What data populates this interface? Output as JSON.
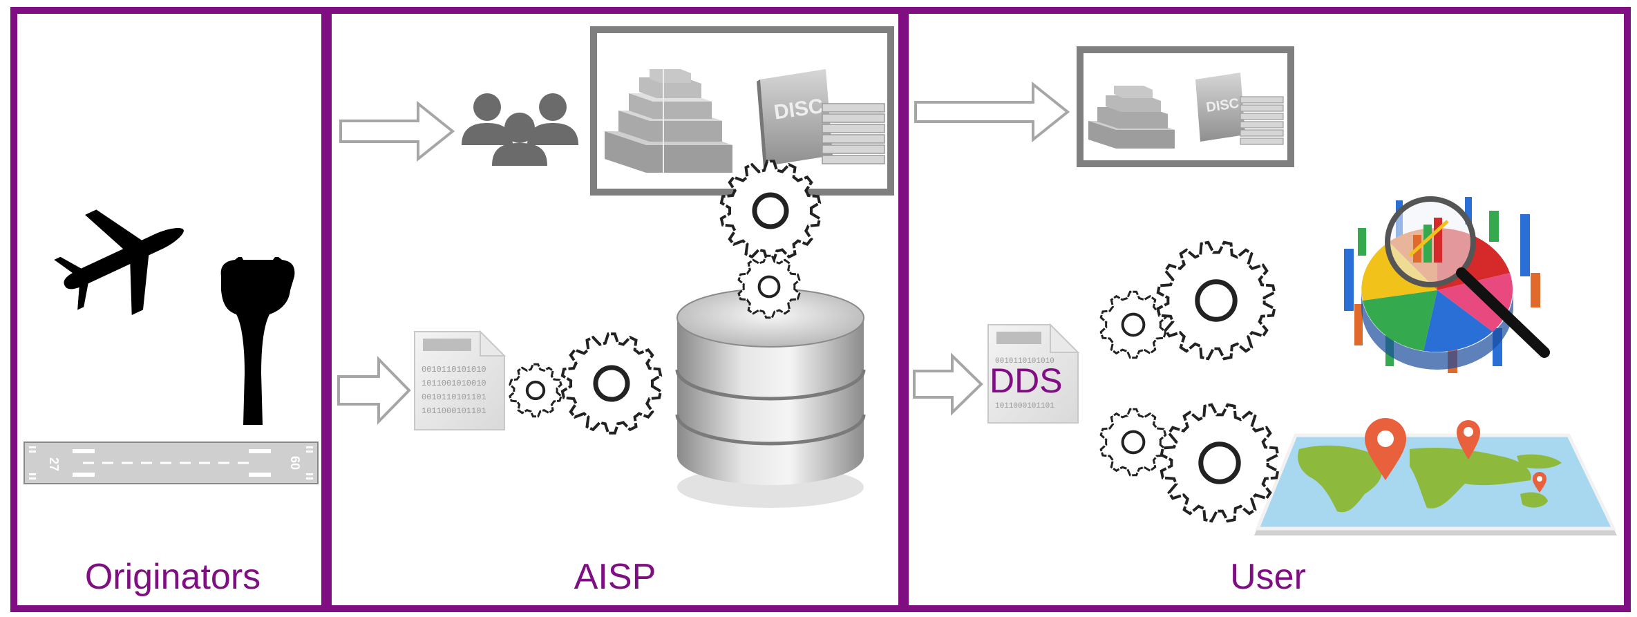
{
  "panels": {
    "originators": {
      "label": "Originators"
    },
    "aisp": {
      "label": "AISP"
    },
    "user": {
      "label": "User"
    }
  },
  "dds_label": "DDS",
  "runway": {
    "left_number": "27",
    "right_number": "09"
  },
  "doc_text": {
    "lines": [
      "0010110101010",
      "1011001010010",
      "0010110101101",
      "1011000101101"
    ]
  },
  "colors": {
    "frame": "#7f0e83",
    "label": "#7f0e83",
    "arrow_stroke": "#a6a6a6",
    "box_stroke": "#7f7f7f",
    "gear_stroke": "#222222"
  },
  "icons": [
    "airplane-icon",
    "control-tower-icon",
    "runway-icon",
    "hollow-arrow-icon",
    "people-group-icon",
    "publications-stack-icon",
    "document-icon",
    "gear-icon",
    "database-icon",
    "analytics-chart-icon",
    "magnifier-icon",
    "world-map-icon",
    "location-pin-icon"
  ]
}
